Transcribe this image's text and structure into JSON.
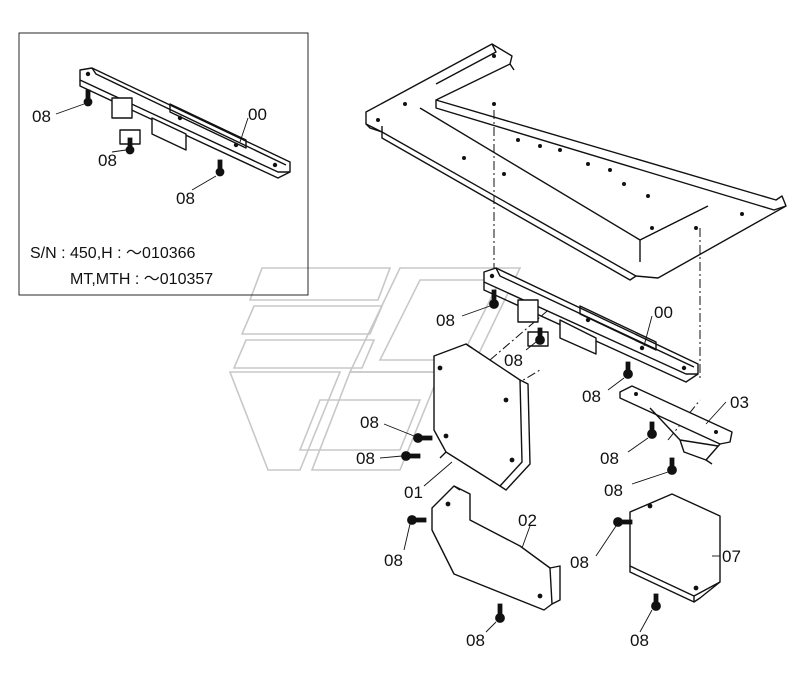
{
  "inset": {
    "sn_line1": "S/N :  450,H :  ～010366",
    "sn_line2": "MT,MTH :  ～010357"
  },
  "labels": {
    "part_00": "00",
    "part_01": "01",
    "part_02": "02",
    "part_03": "03",
    "part_07": "07",
    "part_08": "08"
  }
}
